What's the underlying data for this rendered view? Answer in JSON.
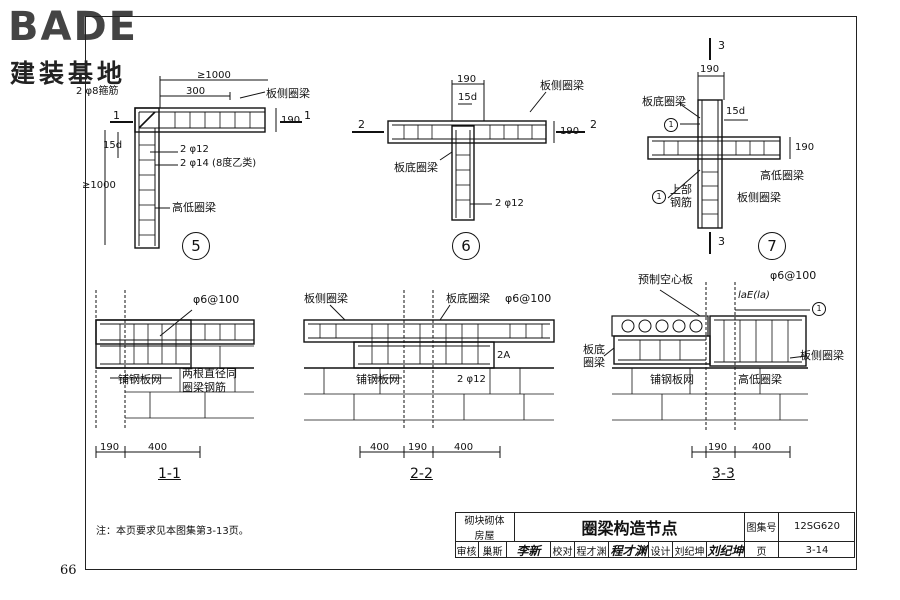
{
  "logo": {
    "latin": "BADE",
    "cjk": "建装基地"
  },
  "page_number": "66",
  "details": {
    "d5": {
      "number": "5",
      "labels": {
        "stirrup": "2 φ8箍筋",
        "len_1000_top": "≥1000",
        "len_300": "300",
        "side_beam": "板侧圈梁",
        "dim_190": "190",
        "dim_15d": "15d",
        "bar_2phi12": "2 φ12",
        "bar_2phi14": "2 φ14 (8度乙类)",
        "len_1000_side": "≥1000",
        "high_low_beam": "高低圈梁",
        "sec_mark": "1"
      }
    },
    "d6": {
      "number": "6",
      "labels": {
        "dim_190": "190",
        "dim_15d": "15d",
        "side_beam": "板侧圈梁",
        "dim_190_side": "190",
        "bottom_beam": "板底圈梁",
        "bar_2phi12": "2 φ12",
        "sec_mark": "2"
      }
    },
    "d7": {
      "number": "7",
      "labels": {
        "dim_190": "190",
        "bottom_beam": "板底圈梁",
        "dim_15d": "15d",
        "dim_190_side": "190",
        "circle_1": "1",
        "upper": "上部",
        "bars": "钢筋",
        "high_low_beam": "高低圈梁",
        "side_beam": "板侧圈梁",
        "sec_mark": "3"
      }
    }
  },
  "sections": {
    "s1": {
      "name": "1-1",
      "labels": {
        "phi6": "φ6@100",
        "mesh": "铺钢板网",
        "two_bars": "两根直径同",
        "same_bars": "圈梁钢筋",
        "dim_190": "190",
        "dim_400": "400"
      }
    },
    "s2": {
      "name": "2-2",
      "labels": {
        "side_beam": "板侧圈梁",
        "bottom_beam": "板底圈梁",
        "phi6": "φ6@100",
        "tag_2a": "2A",
        "mesh": "铺钢板网",
        "bar_2phi12": "2 φ12",
        "dim_400a": "400",
        "dim_190": "190",
        "dim_400b": "400"
      }
    },
    "s3": {
      "name": "3-3",
      "labels": {
        "hollow_slab": "预制空心板",
        "phi6": "φ6@100",
        "lae": "laE(la)",
        "circle_1": "1",
        "bottom_beam_a": "板底",
        "bottom_beam_b": "圈梁",
        "side_beam": "板侧圈梁",
        "mesh": "铺钢板网",
        "high_low_beam": "高低圈梁",
        "dim_190": "190",
        "dim_400": "400"
      }
    }
  },
  "note": "注：本页要求见本图集第3-13页。",
  "title_block": {
    "category_a": "砌块砌体",
    "category_b": "房屋",
    "title": "圈梁构造节点",
    "atlas_label": "图集号",
    "atlas_value": "12SG620",
    "review_label": "审核",
    "reviewer": "巢斯",
    "review_sig": "李新",
    "check_label": "校对",
    "checker": "程才渊",
    "check_sig": "程才渊",
    "design_label": "设计",
    "designer": "刘纪坤",
    "design_sig": "刘纪坤",
    "page_label": "页",
    "page_value": "3-14"
  }
}
